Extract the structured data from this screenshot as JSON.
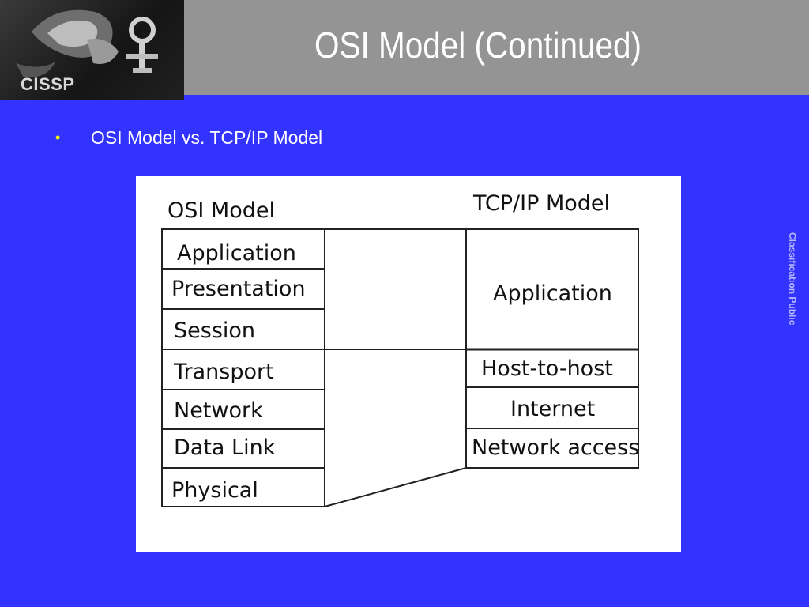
{
  "header": {
    "title": "OSI Model (Continued)",
    "logo_text": "CISSP"
  },
  "bullet": {
    "marker": "•",
    "text": "OSI Model vs. TCP/IP Model"
  },
  "diagram": {
    "osi_heading": "OSI Model",
    "tcpip_heading": "TCP/IP Model",
    "osi_layers": [
      "Application",
      "Presentation",
      "Session",
      "Transport",
      "Network",
      "Data Link",
      "Physical"
    ],
    "tcpip_layers": [
      "Application",
      "Host-to-host",
      "Internet",
      "Network access"
    ]
  },
  "side_label": "Classification Public",
  "colors": {
    "background": "#3333ff",
    "header": "#949494",
    "bullet_marker": "#ffff00"
  }
}
